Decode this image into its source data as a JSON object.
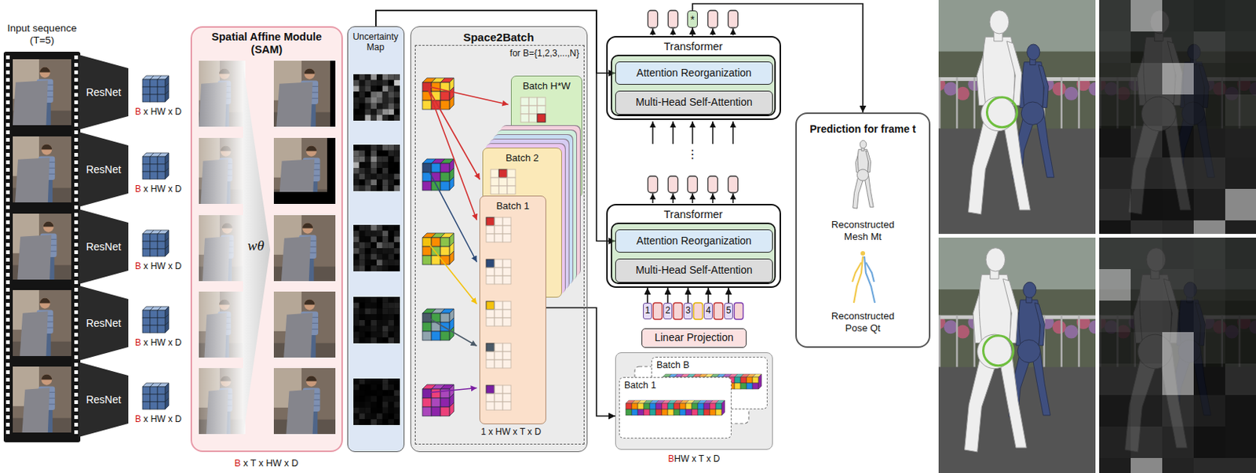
{
  "diagram": {
    "nodes": [
      {
        "text": [
          "Input sequence (T=5)"
        ]
      },
      {
        "text": [
          "ResNet"
        ]
      },
      {
        "text": [
          "ResNet"
        ]
      },
      {
        "text": [
          "ResNet"
        ]
      },
      {
        "text": [
          "ResNet"
        ]
      },
      {
        "text": [
          "ResNet"
        ]
      },
      {
        "text": [
          "Spatial Affine Module (SAM)"
        ]
      },
      {
        "text": [
          "Uncertainty Map"
        ]
      },
      {
        "text": [
          "Space2Batch"
        ]
      },
      {
        "text": [
          "for B={1,2,3,...,N}"
        ],
        "in": 8
      },
      {
        "text": [
          "Batch H*W"
        ],
        "in": 9
      },
      {
        "text": [
          "Batch 2"
        ],
        "in": 9
      },
      {
        "text": [
          "Batch 1"
        ],
        "in": 9
      },
      {
        "text": [
          "*"
        ]
      },
      {
        "text": [
          "Transformer"
        ]
      },
      {
        "text": [
          "Attention Reorganization"
        ],
        "in": 14
      },
      {
        "text": [
          "Multi-Head Self-Attention"
        ],
        "in": 14
      },
      {
        "text": [
          "Transformer"
        ]
      },
      {
        "text": [
          "Attention Reorganization"
        ],
        "in": 17
      },
      {
        "text": [
          "Multi-Head Self-Attention"
        ],
        "in": 17
      },
      {
        "text": [
          "1"
        ]
      },
      {
        "text": [
          "2"
        ]
      },
      {
        "text": [
          "3"
        ]
      },
      {
        "text": [
          "4"
        ]
      },
      {
        "text": [
          "5"
        ]
      },
      {
        "text": [
          "Linear Projection"
        ]
      },
      {
        "text": [
          "BHW x T x D"
        ]
      },
      {
        "text": [
          "Batch B"
        ],
        "in": 26
      },
      {
        "text": [
          "Batch 1"
        ],
        "in": 26
      },
      {
        "text": [
          "Prediction for frame t",
          "Reconstructed Mesh Mt",
          "Reconstructed Pose Qt"
        ]
      }
    ],
    "edges": [
      {
        "from": 7,
        "to": 15,
        "arrow": "to"
      },
      {
        "from": 7,
        "to": 18,
        "arrow": "to"
      },
      {
        "from": 12,
        "to": 26,
        "arrow": "to"
      },
      {
        "from": 20,
        "to": 17,
        "arrow": "to"
      },
      {
        "from": 21,
        "to": 17,
        "arrow": "to"
      },
      {
        "from": 22,
        "to": 17,
        "arrow": "to"
      },
      {
        "from": 23,
        "to": 17,
        "arrow": "to"
      },
      {
        "from": 24,
        "to": 17,
        "arrow": "to"
      },
      {
        "from": 14,
        "to": 13,
        "arrow": "to"
      },
      {
        "from": 13,
        "to": 29,
        "arrow": "to"
      }
    ],
    "labels": [
      "B x HW x D",
      "B x HW x D",
      "B x HW x D",
      "B x HW x D",
      "B x HW x D",
      "wθ",
      "B x T x HW x D",
      "1 x HW x T x D",
      "⋮"
    ]
  }
}
